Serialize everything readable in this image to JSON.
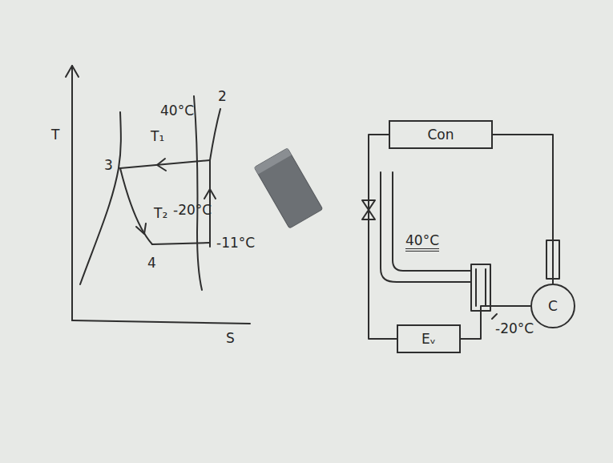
{
  "diagram": {
    "nodes": [
      {
        "text": [
          "Con"
        ]
      },
      {
        "text": [
          "Eᵥ"
        ]
      },
      {
        "text": [
          "C"
        ]
      }
    ],
    "edges": [
      {
        "from": 0,
        "to": 1,
        "arrow": "none"
      },
      {
        "from": 1,
        "to": 2,
        "arrow": "none"
      },
      {
        "from": 2,
        "to": 0,
        "arrow": "none"
      }
    ],
    "labels": [
      "T",
      "T₁",
      "40°C",
      "3",
      "2",
      "T₂",
      "-20°C",
      "-11°C",
      "4",
      "S",
      "40°C",
      "-20°C"
    ]
  }
}
